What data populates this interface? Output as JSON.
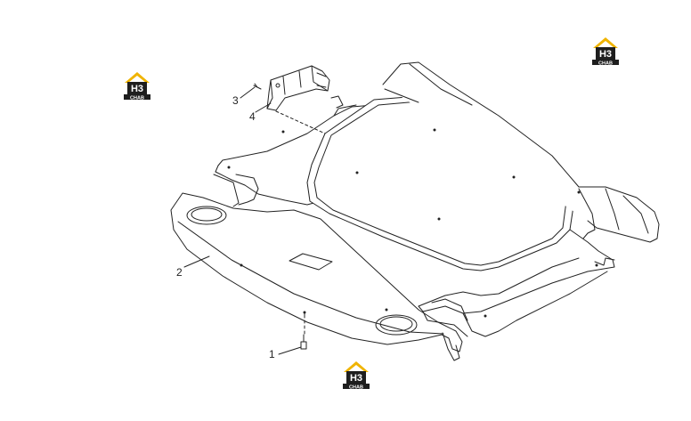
{
  "watermark": {
    "logo_text": "H3",
    "logo_subtext": "CHAB",
    "icon": "h3-chab-logo-icon",
    "colors": {
      "roof": "#f0b400",
      "body": "#1e1e1e",
      "text": "#ffffff"
    }
  },
  "callouts": [
    {
      "id": "1",
      "label": "1"
    },
    {
      "id": "2",
      "label": "2"
    },
    {
      "id": "3",
      "label": "3"
    },
    {
      "id": "4",
      "label": "4"
    }
  ],
  "drawing": {
    "line_color": "#222222",
    "fill_color": "#ffffff"
  }
}
